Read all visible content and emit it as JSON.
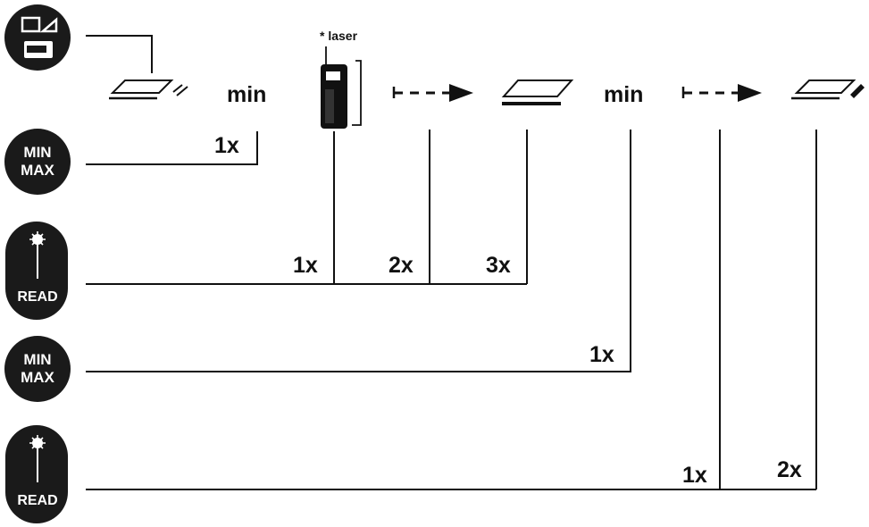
{
  "buttons": {
    "ref_button_icon": "reference-plane-icon",
    "min_max_1": {
      "line1": "MIN",
      "line2": "MAX"
    },
    "read_1": {
      "label": "READ"
    },
    "min_max_2": {
      "line1": "MIN",
      "line2": "MAX"
    },
    "read_2": {
      "label": "READ"
    }
  },
  "top_row": {
    "min_1": "min",
    "min_2": "min",
    "laser_note": "* laser"
  },
  "press_counts": {
    "minmax1": "1x",
    "read1_a": "1x",
    "read1_b": "2x",
    "read1_c": "3x",
    "minmax2": "1x",
    "read2_a": "1x",
    "read2_b": "2x"
  },
  "colors": {
    "ink": "#111111",
    "button_fill": "#1a1a1a",
    "background": "#ffffff"
  }
}
